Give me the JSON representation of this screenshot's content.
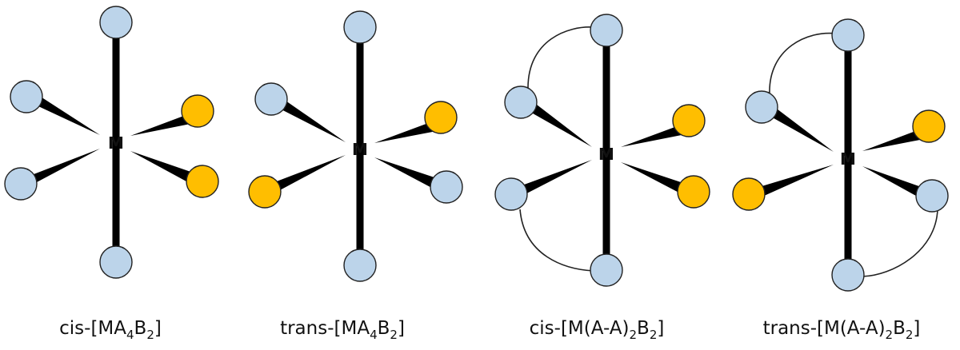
{
  "colors": {
    "ligand_A": "#bcd4ea",
    "ligand_B": "#ffbe00",
    "bond": "#000000"
  },
  "structures": [
    {
      "metal": "M",
      "label": {
        "prefix": "cis-[MA",
        "s1": "4",
        "mid": "B",
        "s2": "2",
        "suffix": "]"
      }
    },
    {
      "metal": "M",
      "label": {
        "prefix": "trans-[MA",
        "s1": "4",
        "mid": "B",
        "s2": "2",
        "suffix": "]"
      }
    },
    {
      "metal": "M",
      "label": {
        "prefix": "cis-[M(A-A)",
        "s1": "2",
        "mid": "B",
        "s2": "2",
        "suffix": "]"
      }
    },
    {
      "metal": "M",
      "label": {
        "prefix": "trans-[M(A-A)",
        "s1": "2",
        "mid": "B",
        "s2": "2",
        "suffix": "]"
      }
    }
  ]
}
